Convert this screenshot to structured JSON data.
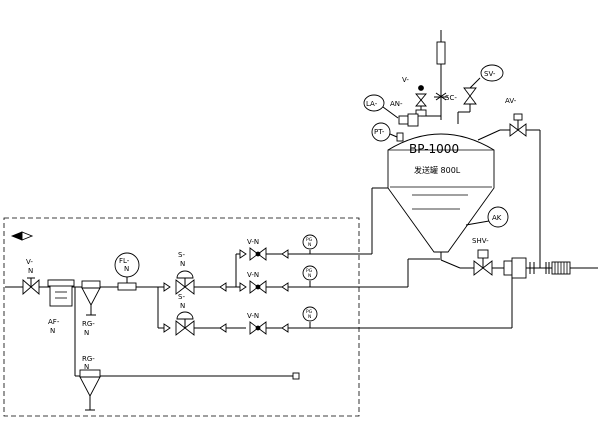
{
  "vessel": {
    "tag": "BP-1000",
    "name": "发送罐 800L"
  },
  "instrument_labels": {
    "v_top": "V-",
    "an": "AN-",
    "sc": "SC-",
    "sv": "SV-",
    "av": "AV-",
    "la": "LA-",
    "pt": "PT-",
    "ak": "AK",
    "shv": "SHV-",
    "v_inlet": "V-",
    "v_inlet_n": "N",
    "af": "AF-",
    "af_n": "N",
    "rg1": "RG-",
    "rg1_n": "N",
    "rg2": "RG-",
    "rg2_n": "N",
    "fl": "FL-",
    "fl_n": "N",
    "s1": "S-",
    "s1_n": "N",
    "s2": "S-",
    "s2_n": "N",
    "vn1": "V-N",
    "vn2": "V-N",
    "vn3": "V-N",
    "pg1_a": "PG",
    "pg1_b": "N",
    "pg2_a": "PG",
    "pg2_b": "N",
    "pg3_a": "PG",
    "pg3_b": "N"
  },
  "colors": {
    "line": "#000000",
    "background": "#ffffff"
  }
}
